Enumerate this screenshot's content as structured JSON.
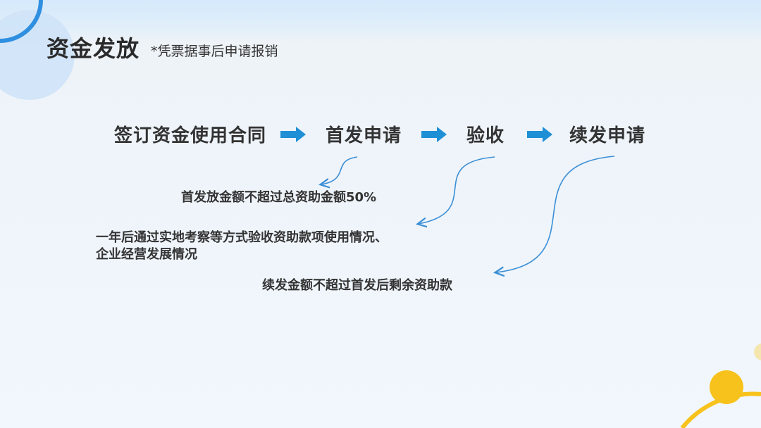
{
  "page": {
    "title": "资金发放",
    "subtitle": "*凭票据事后申请报销"
  },
  "process": {
    "steps": [
      "签订资金使用合同",
      "首发申请",
      "验收",
      "续发申请"
    ]
  },
  "notes": {
    "first_release": "首发放金额不超过总资助金额50%",
    "acceptance_line1": "一年后通过实地考察等方式验收资助款项使用情况、",
    "acceptance_line2": "企业经营发展情况",
    "subsequent_release": "续发金额不超过首发后剩余资助款"
  },
  "colors": {
    "arrow_fill": "#1f8fd6",
    "connector_stroke": "#3b8fd6",
    "accent_yellow": "#f7c21b",
    "accent_blue_circle": "#cfe3f7"
  },
  "icons": {
    "step_arrow": "right-arrow-icon",
    "connector": "curved-arrow-icon"
  }
}
